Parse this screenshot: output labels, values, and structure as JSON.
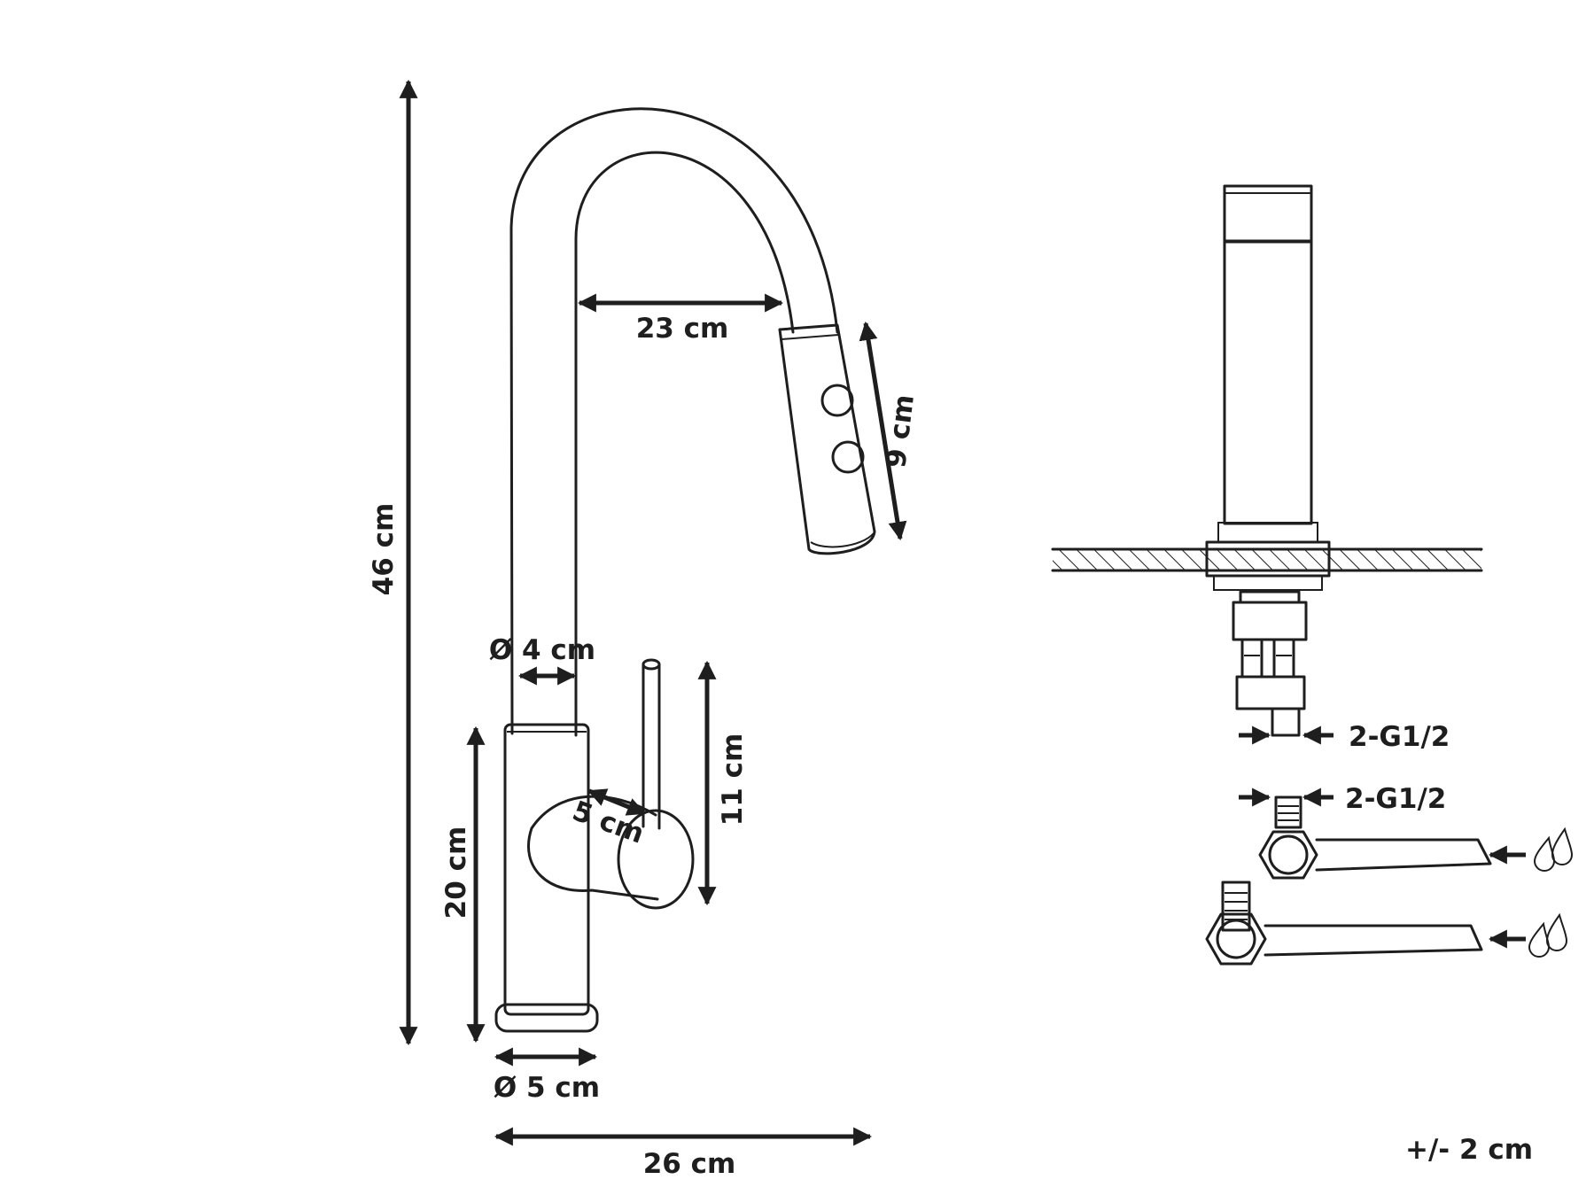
{
  "dimensions": {
    "total_height": "46 cm",
    "spout_reach": "23 cm",
    "spray_head_length": "9 cm",
    "spout_diameter": "Ø 4 cm",
    "body_height": "20 cm",
    "lever_width": "5 cm",
    "lever_height": "11 cm",
    "base_diameter": "Ø 5 cm",
    "total_depth": "26 cm"
  },
  "connections": {
    "thread_top": "2-G1/2",
    "thread_hose": "2-G1/2"
  },
  "tolerance": "+/- 2 cm",
  "icons": [
    "arrow-left-icon",
    "water-drops-icon"
  ]
}
